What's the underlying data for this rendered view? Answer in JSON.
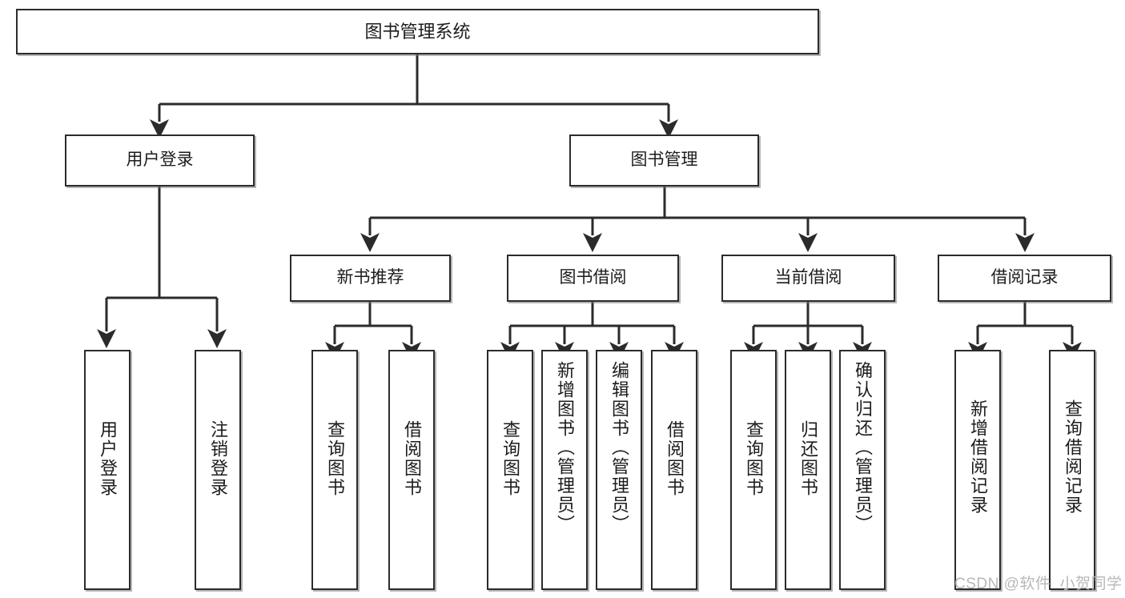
{
  "diagram": {
    "title": "图书管理系统",
    "watermark": "CSDN @软件_小贺同学",
    "line_color": "#2b2b2b",
    "box_fill": "#ffffff",
    "text_color": "#1c1c1c"
  },
  "levels": {
    "root": {
      "label": "图书管理系统"
    },
    "level2": [
      {
        "label": "用户登录"
      },
      {
        "label": "图书管理"
      }
    ],
    "level3": [
      {
        "label": "新书推荐"
      },
      {
        "label": "图书借阅"
      },
      {
        "label": "当前借阅"
      },
      {
        "label": "借阅记录"
      }
    ],
    "leaves": {
      "user_login": [
        {
          "label": "用户登录"
        },
        {
          "label": "注销登录"
        }
      ],
      "new_book": [
        {
          "label": "查询图书"
        },
        {
          "label": "借阅图书"
        }
      ],
      "book_borrow": [
        {
          "label": "查询图书"
        },
        {
          "label": "新增图书（管理员）"
        },
        {
          "label": "编辑图书（管理员）"
        },
        {
          "label": "借阅图书"
        }
      ],
      "current_borrow": [
        {
          "label": "查询图书"
        },
        {
          "label": "归还图书"
        },
        {
          "label": "确认归还（管理员）"
        }
      ],
      "borrow_record": [
        {
          "label": "新增借阅记录"
        },
        {
          "label": "查询借阅记录"
        }
      ]
    }
  },
  "chart_data": {
    "type": "table",
    "title": "图书管理系统 功能结构图",
    "nodes": [
      {
        "id": "root",
        "label": "图书管理系统",
        "level": 1,
        "parent": null
      },
      {
        "id": "user-login",
        "label": "用户登录",
        "level": 2,
        "parent": "root"
      },
      {
        "id": "book-manage",
        "label": "图书管理",
        "level": 2,
        "parent": "root"
      },
      {
        "id": "new-book-rec",
        "label": "新书推荐",
        "level": 3,
        "parent": "book-manage"
      },
      {
        "id": "book-borrow",
        "label": "图书借阅",
        "level": 3,
        "parent": "book-manage"
      },
      {
        "id": "current-borrow",
        "label": "当前借阅",
        "level": 3,
        "parent": "book-manage"
      },
      {
        "id": "borrow-record",
        "label": "借阅记录",
        "level": 3,
        "parent": "book-manage"
      },
      {
        "id": "leaf-user-login",
        "label": "用户登录",
        "level": 3,
        "parent": "user-login"
      },
      {
        "id": "leaf-logout",
        "label": "注销登录",
        "level": 3,
        "parent": "user-login"
      },
      {
        "id": "leaf-nb-query",
        "label": "查询图书",
        "level": 4,
        "parent": "new-book-rec"
      },
      {
        "id": "leaf-nb-borrow",
        "label": "借阅图书",
        "level": 4,
        "parent": "new-book-rec"
      },
      {
        "id": "leaf-bb-query",
        "label": "查询图书",
        "level": 4,
        "parent": "book-borrow"
      },
      {
        "id": "leaf-bb-add",
        "label": "新增图书（管理员）",
        "level": 4,
        "parent": "book-borrow"
      },
      {
        "id": "leaf-bb-edit",
        "label": "编辑图书（管理员）",
        "level": 4,
        "parent": "book-borrow"
      },
      {
        "id": "leaf-bb-borrow",
        "label": "借阅图书",
        "level": 4,
        "parent": "book-borrow"
      },
      {
        "id": "leaf-cb-query",
        "label": "查询图书",
        "level": 4,
        "parent": "current-borrow"
      },
      {
        "id": "leaf-cb-return",
        "label": "归还图书",
        "level": 4,
        "parent": "current-borrow"
      },
      {
        "id": "leaf-cb-confirm",
        "label": "确认归还（管理员）",
        "level": 4,
        "parent": "current-borrow"
      },
      {
        "id": "leaf-br-add",
        "label": "新增借阅记录",
        "level": 4,
        "parent": "borrow-record"
      },
      {
        "id": "leaf-br-query",
        "label": "查询借阅记录",
        "level": 4,
        "parent": "borrow-record"
      }
    ]
  }
}
